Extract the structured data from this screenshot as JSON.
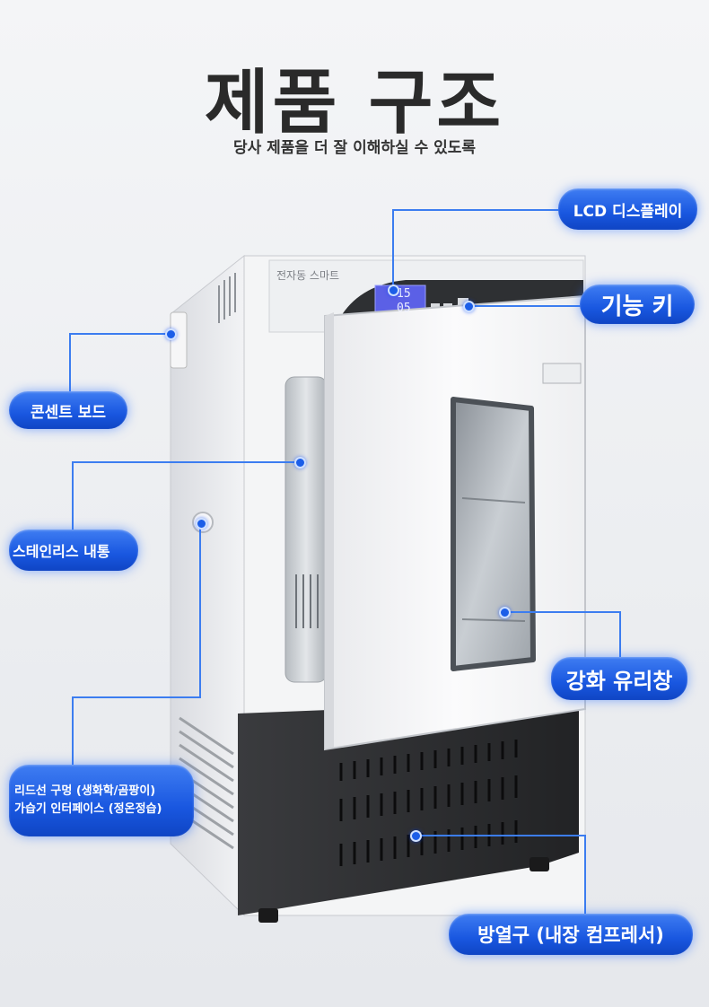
{
  "header": {
    "title": "제품 구조",
    "subtitle": "당사 제품을 더 잘 이해하실 수 있도록"
  },
  "product": {
    "top_label": "전자동 스마트",
    "display_readout_top": "15",
    "display_readout_bottom": "05"
  },
  "callouts": {
    "lcd": "LCD 디스플레이",
    "keys": "기능 키",
    "socket": "콘센트 보드",
    "inner": "스테인리스 내통",
    "lead_line1": "리드선 구멍 (생화학/곰팡이)",
    "lead_line2": "가습기 인터페이스 (정온정습)",
    "glass": "강화 유리창",
    "vent": "방열구 (내장 컴프레서)"
  },
  "colors": {
    "accent": "#1957e0",
    "line": "#3c7df0",
    "cabinet_white": "#f7f7f8",
    "base_black": "#2b2c2e"
  }
}
